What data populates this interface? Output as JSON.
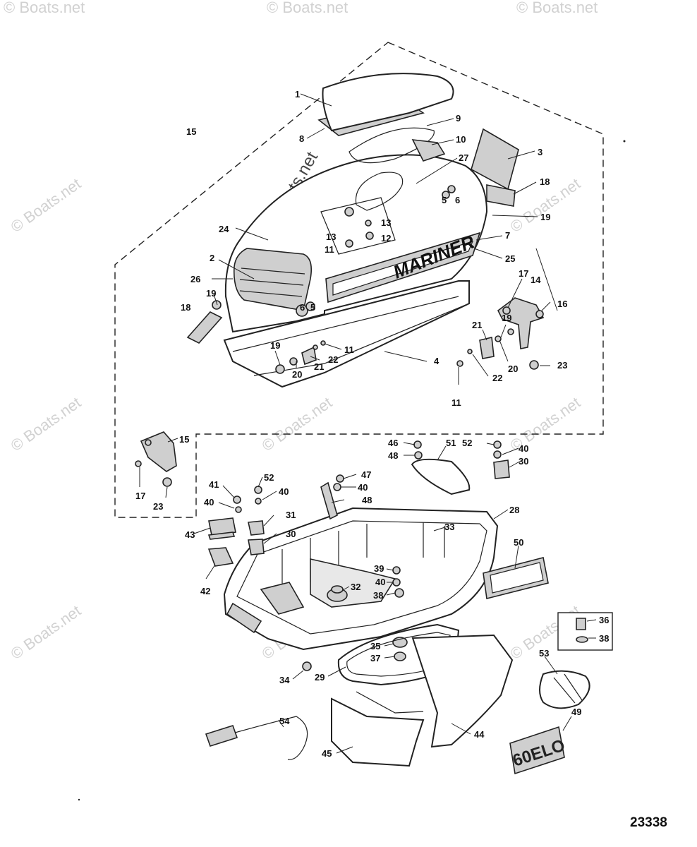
{
  "diagram_number": "23338",
  "brand_decal": "MARINER",
  "model_decal": "60ELO",
  "watermark": "© Boats.net",
  "callouts": {
    "c1": "1",
    "c2": "2",
    "c3": "3",
    "c4": "4",
    "c5a": "5",
    "c5b": "5",
    "c6a": "6",
    "c6b": "6",
    "c7": "7",
    "c8": "8",
    "c9": "9",
    "c10": "10",
    "c11a": "11",
    "c11b": "11",
    "c11c": "11",
    "c12": "12",
    "c13a": "13",
    "c13b": "13",
    "c14": "14",
    "c15a": "15",
    "c15b": "15",
    "c16": "16",
    "c17a": "17",
    "c17b": "17",
    "c18a": "18",
    "c18b": "18",
    "c19a": "19",
    "c19b": "19",
    "c19c": "19",
    "c19d": "19",
    "c20a": "20",
    "c20b": "20",
    "c21a": "21",
    "c21b": "21",
    "c22a": "22",
    "c22b": "22",
    "c23a": "23",
    "c23b": "23",
    "c24": "24",
    "c25": "25",
    "c26": "26",
    "c27": "27",
    "c28": "28",
    "c29": "29",
    "c30a": "30",
    "c30b": "30",
    "c31": "31",
    "c32": "32",
    "c33": "33",
    "c34": "34",
    "c35": "35",
    "c36": "36",
    "c37": "37",
    "c38a": "38",
    "c38b": "38",
    "c39": "39",
    "c40a": "40",
    "c40b": "40",
    "c40c": "40",
    "c40d": "40",
    "c40e": "40",
    "c41": "41",
    "c42": "42",
    "c43": "43",
    "c44": "44",
    "c45": "45",
    "c46": "46",
    "c47": "47",
    "c48a": "48",
    "c48b": "48",
    "c49": "49",
    "c50": "50",
    "c51": "51",
    "c52a": "52",
    "c52b": "52",
    "c53": "53",
    "c54": "54"
  }
}
